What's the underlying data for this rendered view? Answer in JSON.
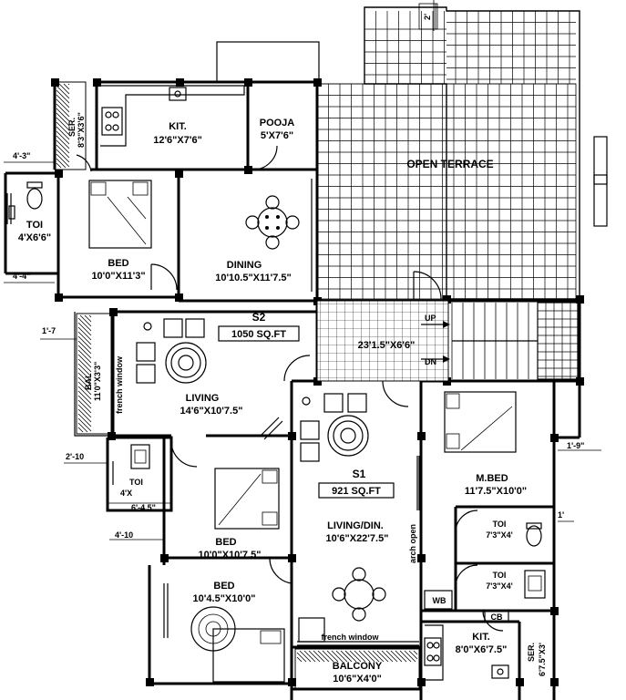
{
  "rooms": {
    "open_terrace": "OPEN TERRACE",
    "kit_top": {
      "name": "KIT.",
      "size": "12'6\"X7'6\""
    },
    "pooja": {
      "name": "POOJA",
      "size": "5'X7'6\""
    },
    "ser_top": {
      "name": "SER.",
      "size": "8'3\"X3'6\""
    },
    "toi_top": {
      "name": "TOI",
      "size": "4'X6'6\""
    },
    "bed_top": {
      "name": "BED",
      "size": "10'0\"X11'3\""
    },
    "dining": {
      "name": "DINING",
      "size": "10'10.5\"X11'7.5\""
    },
    "s2": {
      "name": "S2",
      "area": "1050 SQ.FT"
    },
    "bal": {
      "name": "BAL",
      "size": "11'0\"X3'3\""
    },
    "living": {
      "name": "LIVING",
      "size": "14'6\"X10'7.5\""
    },
    "stair": {
      "size": "23'1.5\"X6'6\"",
      "up": "UP",
      "dn": "DN"
    },
    "s1": {
      "name": "S1",
      "area": "921 SQ.FT"
    },
    "mbed": {
      "name": "M.BED",
      "size": "11'7.5\"X10'0\""
    },
    "toi_mid_left": {
      "name": "TOI",
      "size": "4'X"
    },
    "bed_mid": {
      "name": "BED",
      "size": "10'0\"X10'7.5\""
    },
    "living_din": {
      "name": "LIVING/DIN.",
      "size": "10'6\"X22'7.5\""
    },
    "toi_r1": {
      "name": "TOI",
      "size": "7'3\"X4'"
    },
    "toi_r2": {
      "name": "TOI",
      "size": "7'3\"X4'"
    },
    "bed_bottom": {
      "name": "BED",
      "size": "10'4.5\"X10'0\""
    },
    "wb": "WB",
    "cb": "CB",
    "kit_bottom": {
      "name": "KIT.",
      "size": "8'0\"X6'7.5\""
    },
    "ser_bottom": {
      "name": "SER.",
      "size": "6'7.5\"X3'"
    },
    "balcony": {
      "name": "BALCONY",
      "size": "10'6\"X4'0\""
    }
  },
  "notes": {
    "french_window_1": "french window",
    "french_window_2": "french window",
    "arch_open": "arch open"
  },
  "dimensions": {
    "d_2": "2'",
    "d_4_3": "4'-3\"",
    "d_4_4": "4'-4\"",
    "d_1_7": "1'-7",
    "d_2_10": "2'-10",
    "d_6_4_5": "6'-4.5\"",
    "d_4_10": "4'-10",
    "d_1_9": "1'-9\"",
    "d_1": "1'"
  }
}
